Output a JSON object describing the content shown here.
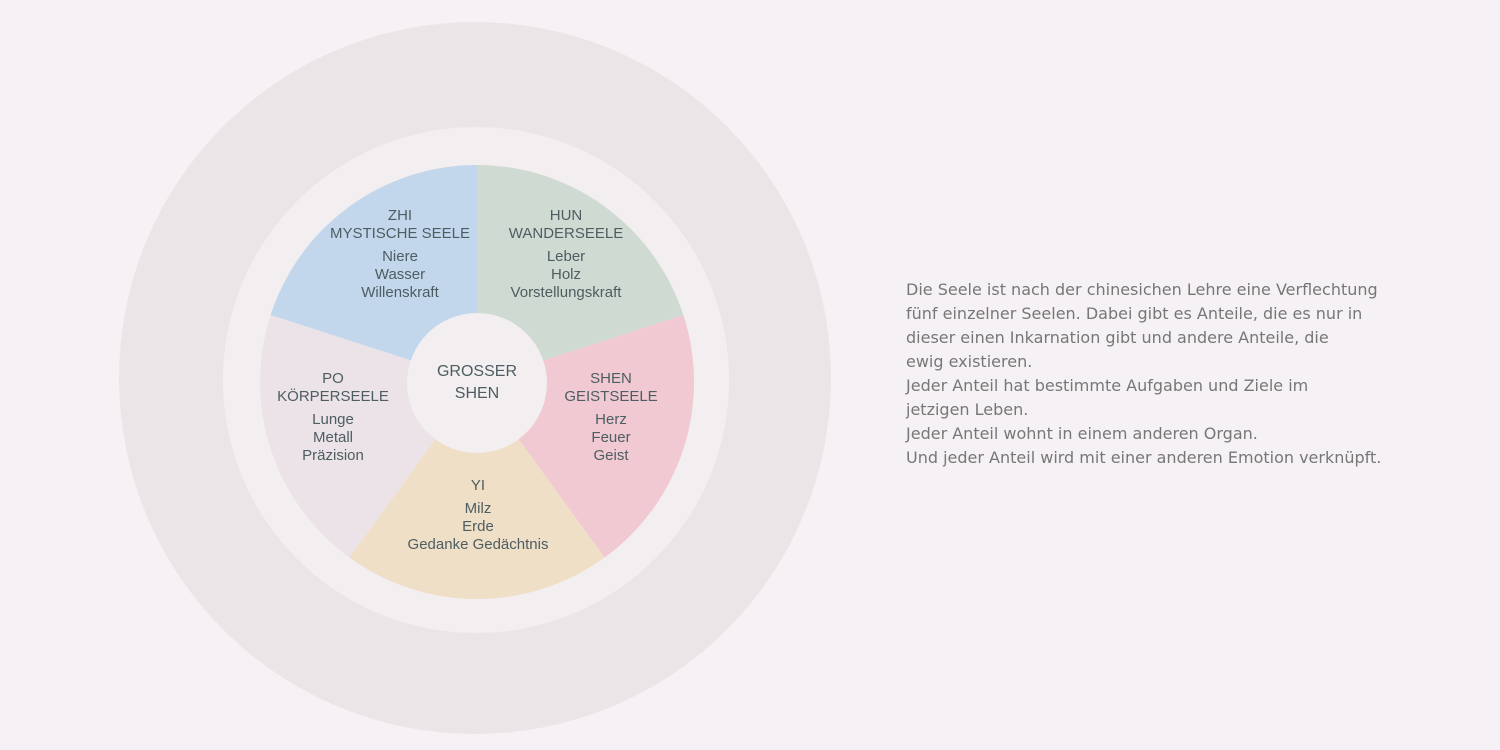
{
  "diagram": {
    "center": {
      "lines": [
        "GROSSER",
        "SHEN"
      ]
    },
    "segments": [
      {
        "name": "ZHI",
        "subtitle": "MYSTISCHE SEELE",
        "items": [
          "Niere",
          "Wasser",
          "Willenskraft"
        ],
        "color": "#c2d7ec"
      },
      {
        "name": "HUN",
        "subtitle": "WANDERSEELE",
        "items": [
          "Leber",
          "Holz",
          "Vorstellungskraft"
        ],
        "color": "#cfdbd2"
      },
      {
        "name": "SHEN",
        "subtitle": "GEISTSEELE",
        "items": [
          "Herz",
          "Feuer",
          "Geist"
        ],
        "color": "#f0c9d2"
      },
      {
        "name": "YI",
        "subtitle": "",
        "items": [
          "Milz",
          "Erde",
          "Gedanke Gedächtnis"
        ],
        "color": "#f0dfc7"
      },
      {
        "name": "PO",
        "subtitle": "KÖRPERSEELE",
        "items": [
          "Lunge",
          "Metall",
          "Präzision"
        ],
        "color": "#ebe3e7"
      }
    ]
  },
  "description": [
    "Die Seele ist nach der chinesichen Lehre eine Verflechtung",
    "fünf einzelner Seelen. Dabei gibt es Anteile, die es nur in",
    "dieser einen Inkarnation gibt und andere Anteile, die",
    "ewig existieren.",
    "Jeder Anteil hat bestimmte Aufgaben und Ziele im",
    "jetzigen Leben.",
    "Jeder Anteil wohnt in einem anderen Organ.",
    "Und jeder Anteil wird mit einer anderen Emotion verknüpft."
  ]
}
